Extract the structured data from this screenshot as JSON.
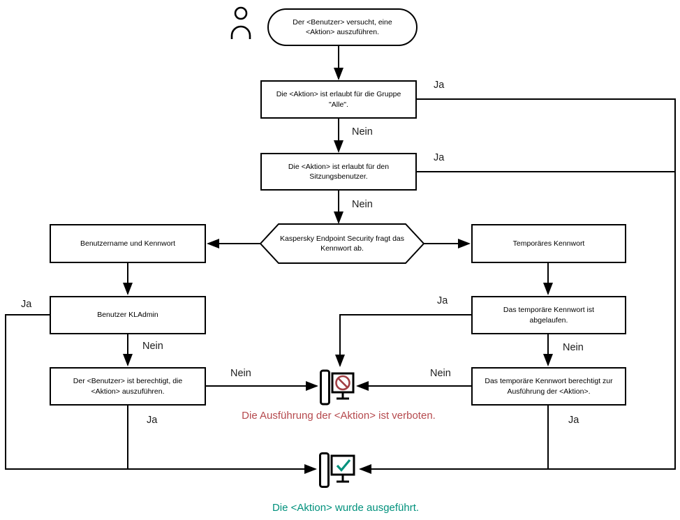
{
  "nodes": {
    "start": "Der <Benutzer> versucht, eine <Aktion> auszuführen.",
    "action_allowed_group": "Die <Aktion> ist erlaubt für die Gruppe \"Alle\".",
    "action_allowed_session": "Die <Aktion> ist erlaubt für den Sitzungsbenutzer.",
    "password_prompt": "Kaspersky Endpoint Security fragt das Kennwort ab.",
    "credentials": "Benutzername und Kennwort",
    "temporary_password": "Temporäres Kennwort",
    "kladmin": "Benutzer KLAdmin",
    "user_authorized": "Der <Benutzer> ist berechtigt, die <Aktion> auszuführen.",
    "temp_expired": "Das temporäre Kennwort ist abgelaufen.",
    "temp_authorizes": "Das temporäre Kennwort berechtigt zur Ausführung der <Aktion>.",
    "denied": "Die Ausführung der <Aktion> ist verboten.",
    "executed": "Die <Aktion> wurde ausgeführt."
  },
  "labels": {
    "ja": "Ja",
    "nein": "Nein"
  },
  "colors": {
    "line": "#000000",
    "denied_text": "#b5494d",
    "success_text": "#00917c",
    "prohibition_sign": "#a23f44",
    "check_mark": "#00917c"
  }
}
